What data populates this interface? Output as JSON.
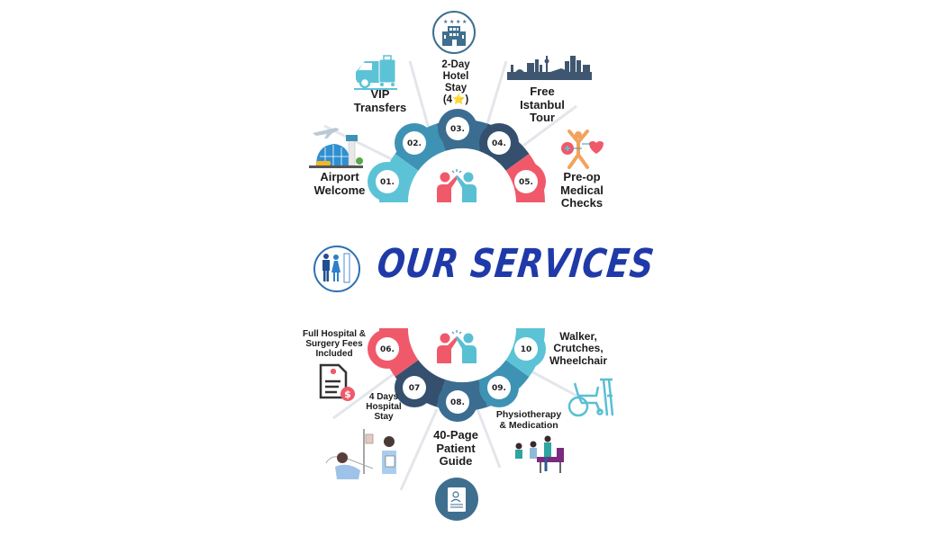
{
  "title": "OUR SERVICES",
  "colors": {
    "title": "#1f3aa8",
    "seg_light": "#5cc3d6",
    "seg_mid": "#3e93b4",
    "seg_blue": "#3b6d91",
    "seg_dark": "#34506e",
    "seg_red": "#f0596a",
    "icon_blue": "#3f6f8f",
    "icon_teal": "#59bfd3",
    "text": "#1c1c1c"
  },
  "top_services": [
    {
      "number": "01.",
      "lines": [
        "Airport",
        "Welcome"
      ],
      "icon": "airport-icon"
    },
    {
      "number": "02.",
      "lines": [
        "VIP",
        "Transfers"
      ],
      "icon": "van-icon"
    },
    {
      "number": "03.",
      "lines": [
        "2-Day",
        "Hotel",
        "Stay",
        "(4⭐)"
      ],
      "icon": "hotel-icon"
    },
    {
      "number": "04.",
      "lines": [
        "Free",
        "Istanbul",
        "Tour"
      ],
      "icon": "city-skyline-icon"
    },
    {
      "number": "05.",
      "lines": [
        "Pre-op",
        "Medical",
        "Checks"
      ],
      "icon": "medical-check-icon"
    }
  ],
  "bottom_services": [
    {
      "number": "06.",
      "lines": [
        "Full Hospital &",
        "Surgery Fees",
        "Included"
      ],
      "icon": "invoice-icon"
    },
    {
      "number": "07",
      "lines": [
        "4 Days",
        "Hospital",
        "Stay"
      ],
      "icon": "hospital-bed-icon"
    },
    {
      "number": "08.",
      "lines": [
        "40-Page",
        "Patient",
        "Guide"
      ],
      "icon": "guide-book-icon"
    },
    {
      "number": "09.",
      "lines": [
        "Physiotherapy",
        "& Medication"
      ],
      "icon": "physiotherapy-icon"
    },
    {
      "number": "10",
      "lines": [
        "Walker,",
        "Crutches,",
        "Wheelchair"
      ],
      "icon": "mobility-aids-icon"
    }
  ]
}
